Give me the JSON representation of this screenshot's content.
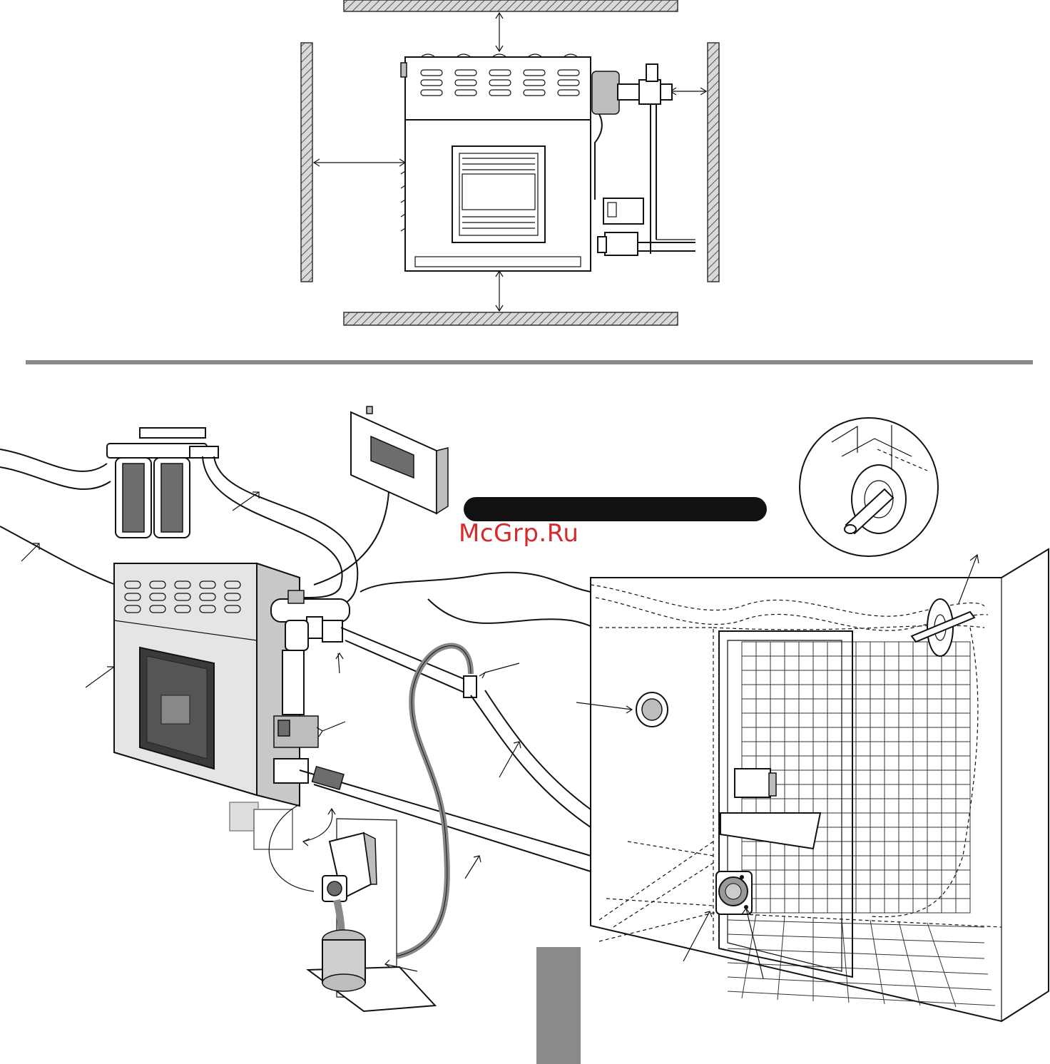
{
  "watermark": "McGrp.Ru",
  "colors": {
    "line": "#111111",
    "watermark": "#d42b2b",
    "divider": "#8a8a8a",
    "tab": "#8a8a8a"
  },
  "icons": [
    "wall-hatch",
    "steam-generator",
    "water-filter",
    "control-panel",
    "steam-head",
    "thermostat-sensor",
    "drain-valve",
    "expansion-tank"
  ]
}
